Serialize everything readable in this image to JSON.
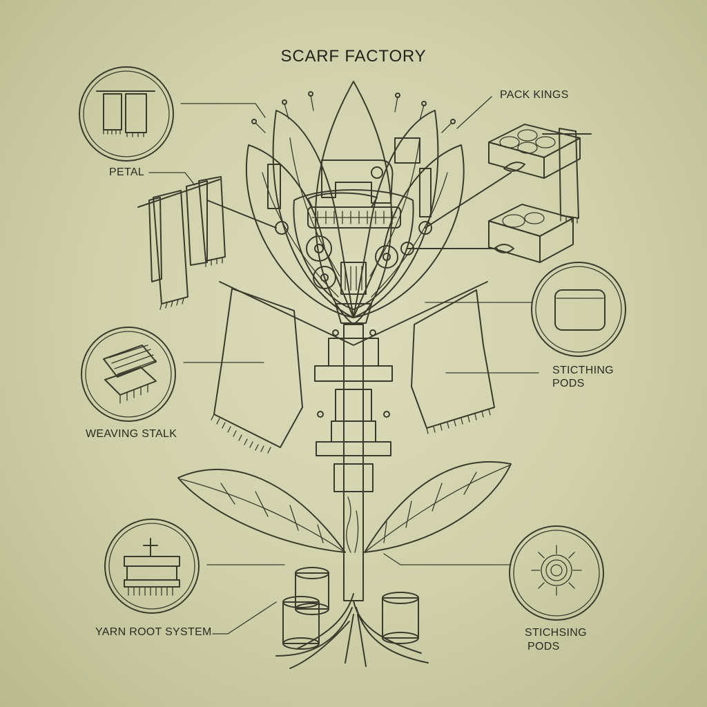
{
  "title": "SCARF FACTORY",
  "labels": {
    "petal": "PETAL",
    "packings": "PACK KINGS",
    "weaving_stalk": "WEAVING STALK",
    "stitching_pods_right": [
      "STICTHING",
      "PODS"
    ],
    "yarn_root_system": "YARN ROOT SYSTEM",
    "stitching_pods_bottom": [
      "STICHSING",
      "PODS"
    ]
  },
  "colors": {
    "background": "#cfcfa9",
    "paper": "#ecebd2",
    "ink": "#3a3a2c",
    "leaf_green": "#8e9a63",
    "machine_green": "#9fa777"
  },
  "icons": {
    "petal_circle": "hanging-scarves-icon",
    "weaving_circle": "loom-icon",
    "stitching_circle": "folded-scarf-icon",
    "yarn_circle": "spinning-frame-icon",
    "stitching_pods_circle": "thread-spool-icon"
  }
}
